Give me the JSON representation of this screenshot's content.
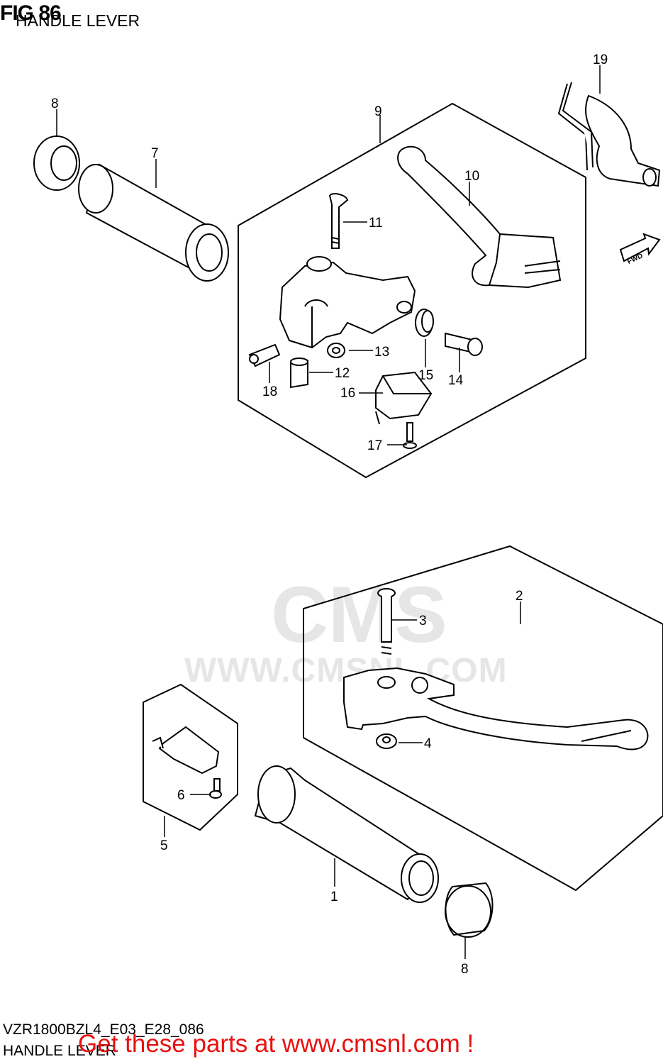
{
  "header": {
    "fig_label": "FIG 86",
    "fig_name": "HANDLE LEVER"
  },
  "footer": {
    "model_code": "VZR1800BZL4_E03_E28_086",
    "fig_name": "HANDLE LEVER",
    "promo_text": "Get these parts at www.cmsnl.com !",
    "promo_color": "#e8110f"
  },
  "watermark": {
    "logo": "CMS",
    "url": "WWW.CMSNL.COM"
  },
  "direction_badge": "FWD",
  "callouts": {
    "c1": "1",
    "c2": "2",
    "c3": "3",
    "c4": "4",
    "c5": "5",
    "c6": "6",
    "c7": "7",
    "c8a": "8",
    "c8b": "8",
    "c9": "9",
    "c10": "10",
    "c11": "11",
    "c12": "12",
    "c13": "13",
    "c14": "14",
    "c15": "15",
    "c16": "16",
    "c17": "17",
    "c18": "18",
    "c19": "19"
  }
}
